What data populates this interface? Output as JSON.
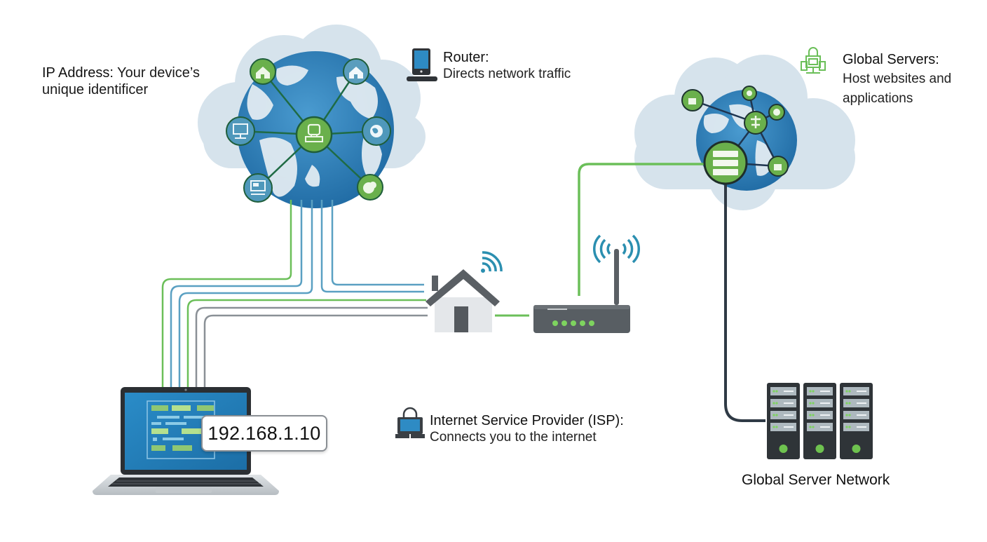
{
  "labels": {
    "ip_address": {
      "title": "IP Address:",
      "desc_inline": " Your device’s",
      "desc_line2": "unique identificer"
    },
    "router": {
      "title": "Router:",
      "desc": "Directs network traffic"
    },
    "global_servers": {
      "title": "Global Servers:",
      "desc_line1": "Host websites and",
      "desc_line2": "applications"
    },
    "isp": {
      "title": "Internet Service Provider (ISP):",
      "desc": "Connects you to the internet"
    },
    "global_server_network": "Global Server Network"
  },
  "laptop": {
    "ip_value": "192.168.1.10"
  },
  "router_device": {
    "status_leds": 5
  },
  "server_rack": {
    "units": 3,
    "slots_per_unit": 4
  },
  "colors": {
    "cloud": "#d6e3ec",
    "globe": "#2f7fb5",
    "land": "#e6eef3",
    "node_green": "#6ab04c",
    "node_blue": "#4f9cc0",
    "node_border": "#1f5e3b",
    "line_green": "#6bbf59",
    "line_blue": "#5aa0c2",
    "line_gray": "#8a9096",
    "device_dark": "#555b60",
    "server_dark": "#2f3438",
    "wifi": "#2b8fb0"
  }
}
